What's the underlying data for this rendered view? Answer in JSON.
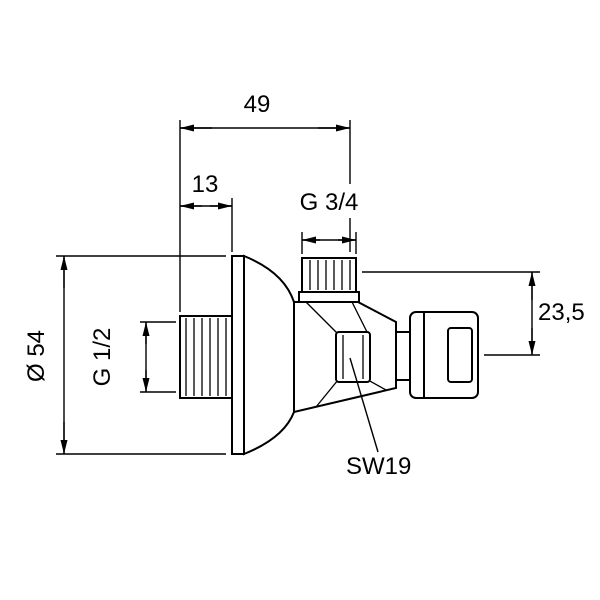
{
  "style": {
    "ink": "#000000",
    "background": "#ffffff"
  },
  "drawing": {
    "name": "angle-valve-dimension-drawing",
    "labels": {
      "total_width": "49",
      "inlet_length": "13",
      "outlet_thread": "G 3/4",
      "inlet_thread": "G 1/2",
      "flange_diameter": "Ø 54",
      "height_offset": "23,5",
      "wrench_size": "SW19"
    }
  }
}
